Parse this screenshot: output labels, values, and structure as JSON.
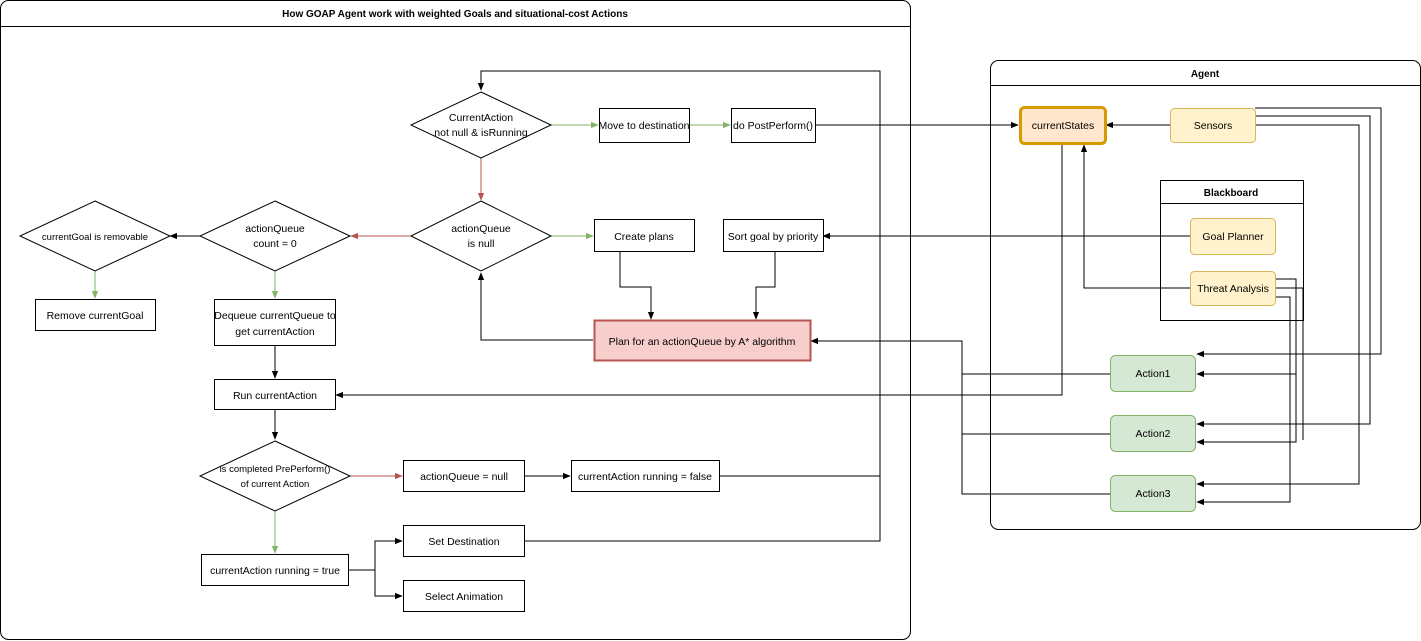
{
  "main_panel": {
    "title": "How GOAP Agent work with weighted Goals and situational-cost Actions"
  },
  "agent_panel": {
    "title": "Agent"
  },
  "blackboard": {
    "title": "Blackboard"
  },
  "nodes": {
    "current_action_check": {
      "line1": "CurrentAction",
      "line2": "not null & isRunning"
    },
    "move_to_destination": {
      "label": "Move to destination"
    },
    "do_post_perform": {
      "label": "do PostPerform()"
    },
    "action_queue_null": {
      "line1": "actionQueue",
      "line2": "is null"
    },
    "action_queue_count": {
      "line1": "actionQueue",
      "line2": "count = 0"
    },
    "current_goal_removable": {
      "label": "currentGoal is removable"
    },
    "remove_current_goal": {
      "label": "Remove currentGoal"
    },
    "dequeue": {
      "line1": "Dequeue currentQueue to",
      "line2": "get currentAction"
    },
    "create_plans": {
      "label": "Create plans"
    },
    "sort_goal": {
      "label": "Sort goal by priority"
    },
    "plan_action_queue": {
      "label": "Plan for an actionQueue by A* algorithm"
    },
    "run_current_action": {
      "label": "Run currentAction"
    },
    "preperform_check": {
      "line1": "is completed PrePerform()",
      "line2": "of current Action"
    },
    "set_queue_null": {
      "label": "actionQueue = null"
    },
    "running_false": {
      "label": "currentAction running = false"
    },
    "running_true": {
      "label": "currentAction running = true"
    },
    "set_destination": {
      "label": "Set Destination"
    },
    "select_animation": {
      "label": "Select Animation"
    },
    "current_states": {
      "label": "currentStates"
    },
    "sensors": {
      "label": "Sensors"
    },
    "goal_planner": {
      "label": "Goal Planner"
    },
    "threat_analysis": {
      "label": "Threat Analysis"
    },
    "action1": {
      "label": "Action1"
    },
    "action2": {
      "label": "Action2"
    },
    "action3": {
      "label": "Action3"
    }
  },
  "colors": {
    "yes_edge": "#82b366",
    "no_edge": "#b85450",
    "yellow_fill": "#fff2cc",
    "yellow_stroke": "#d6b656",
    "orange_fill": "#ffe6cc",
    "orange_stroke": "#d79b00",
    "red_fill": "#f8cecc",
    "red_stroke": "#b85450",
    "green_fill": "#d5e8d4",
    "green_stroke": "#82b366"
  }
}
